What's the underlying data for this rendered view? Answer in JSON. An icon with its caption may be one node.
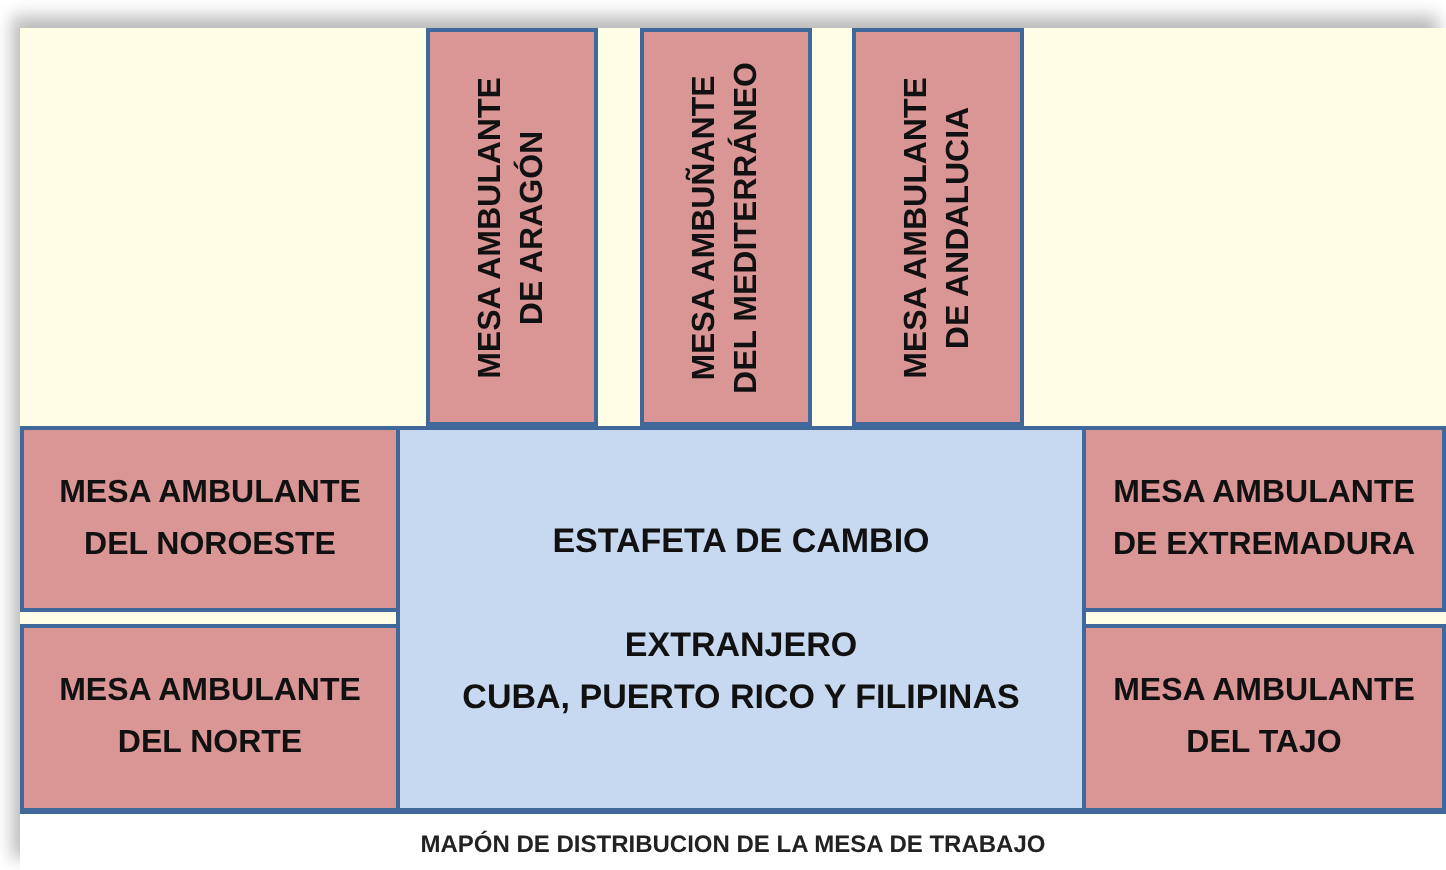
{
  "diagram": {
    "caption": "MAPÓN DE DISTRIBUCION DE LA MESA DE TRABAJO",
    "nodes": [
      {
        "text": [
          "MESA AMBULANTE DE ARAGÓN"
        ]
      },
      {
        "text": [
          "MESA AMBUÑANTE DEL MEDITERRÁNEO"
        ]
      },
      {
        "text": [
          "MESA AMBULANTE DE ANDALUCIA"
        ]
      },
      {
        "text": [
          "MESA AMBULANTE DEL NOROESTE"
        ]
      },
      {
        "text": [
          "ESTAFETA DE CAMBIO",
          "EXTRANJERO",
          "CUBA, PUERTO RICO Y FILIPINAS"
        ]
      },
      {
        "text": [
          "MESA AMBULANTE DE EXTREMADURA"
        ]
      },
      {
        "text": [
          "MESA AMBULANTE DEL NORTE"
        ]
      },
      {
        "text": [
          "MESA AMBULANTE DEL TAJO"
        ]
      }
    ]
  }
}
